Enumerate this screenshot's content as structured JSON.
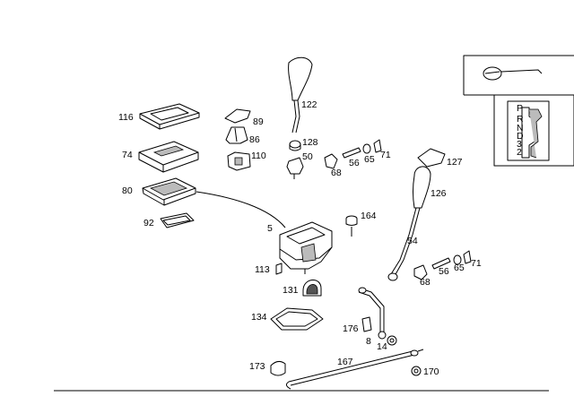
{
  "labels": {
    "l116": "116",
    "l74": "74",
    "l80": "80",
    "l92": "92",
    "l89": "89",
    "l86": "86",
    "l110": "110",
    "l122": "122",
    "l128": "128",
    "l50": "50",
    "l68a": "68",
    "l56a": "56",
    "l65a": "65",
    "l71a": "71",
    "l127": "127",
    "l126": "126",
    "l164": "164",
    "l5": "5",
    "l54": "54",
    "l113": "113",
    "l131": "131",
    "l68b": "68",
    "l56b": "56",
    "l65b": "65",
    "l71b": "71",
    "l134": "134",
    "l176": "176",
    "l8": "8",
    "l14": "14",
    "l173": "173",
    "l167": "167",
    "l170": "170"
  },
  "gate_pattern": {
    "p": "P",
    "r": "R",
    "n": "N",
    "d": "D",
    "three": "3",
    "two": "2"
  }
}
